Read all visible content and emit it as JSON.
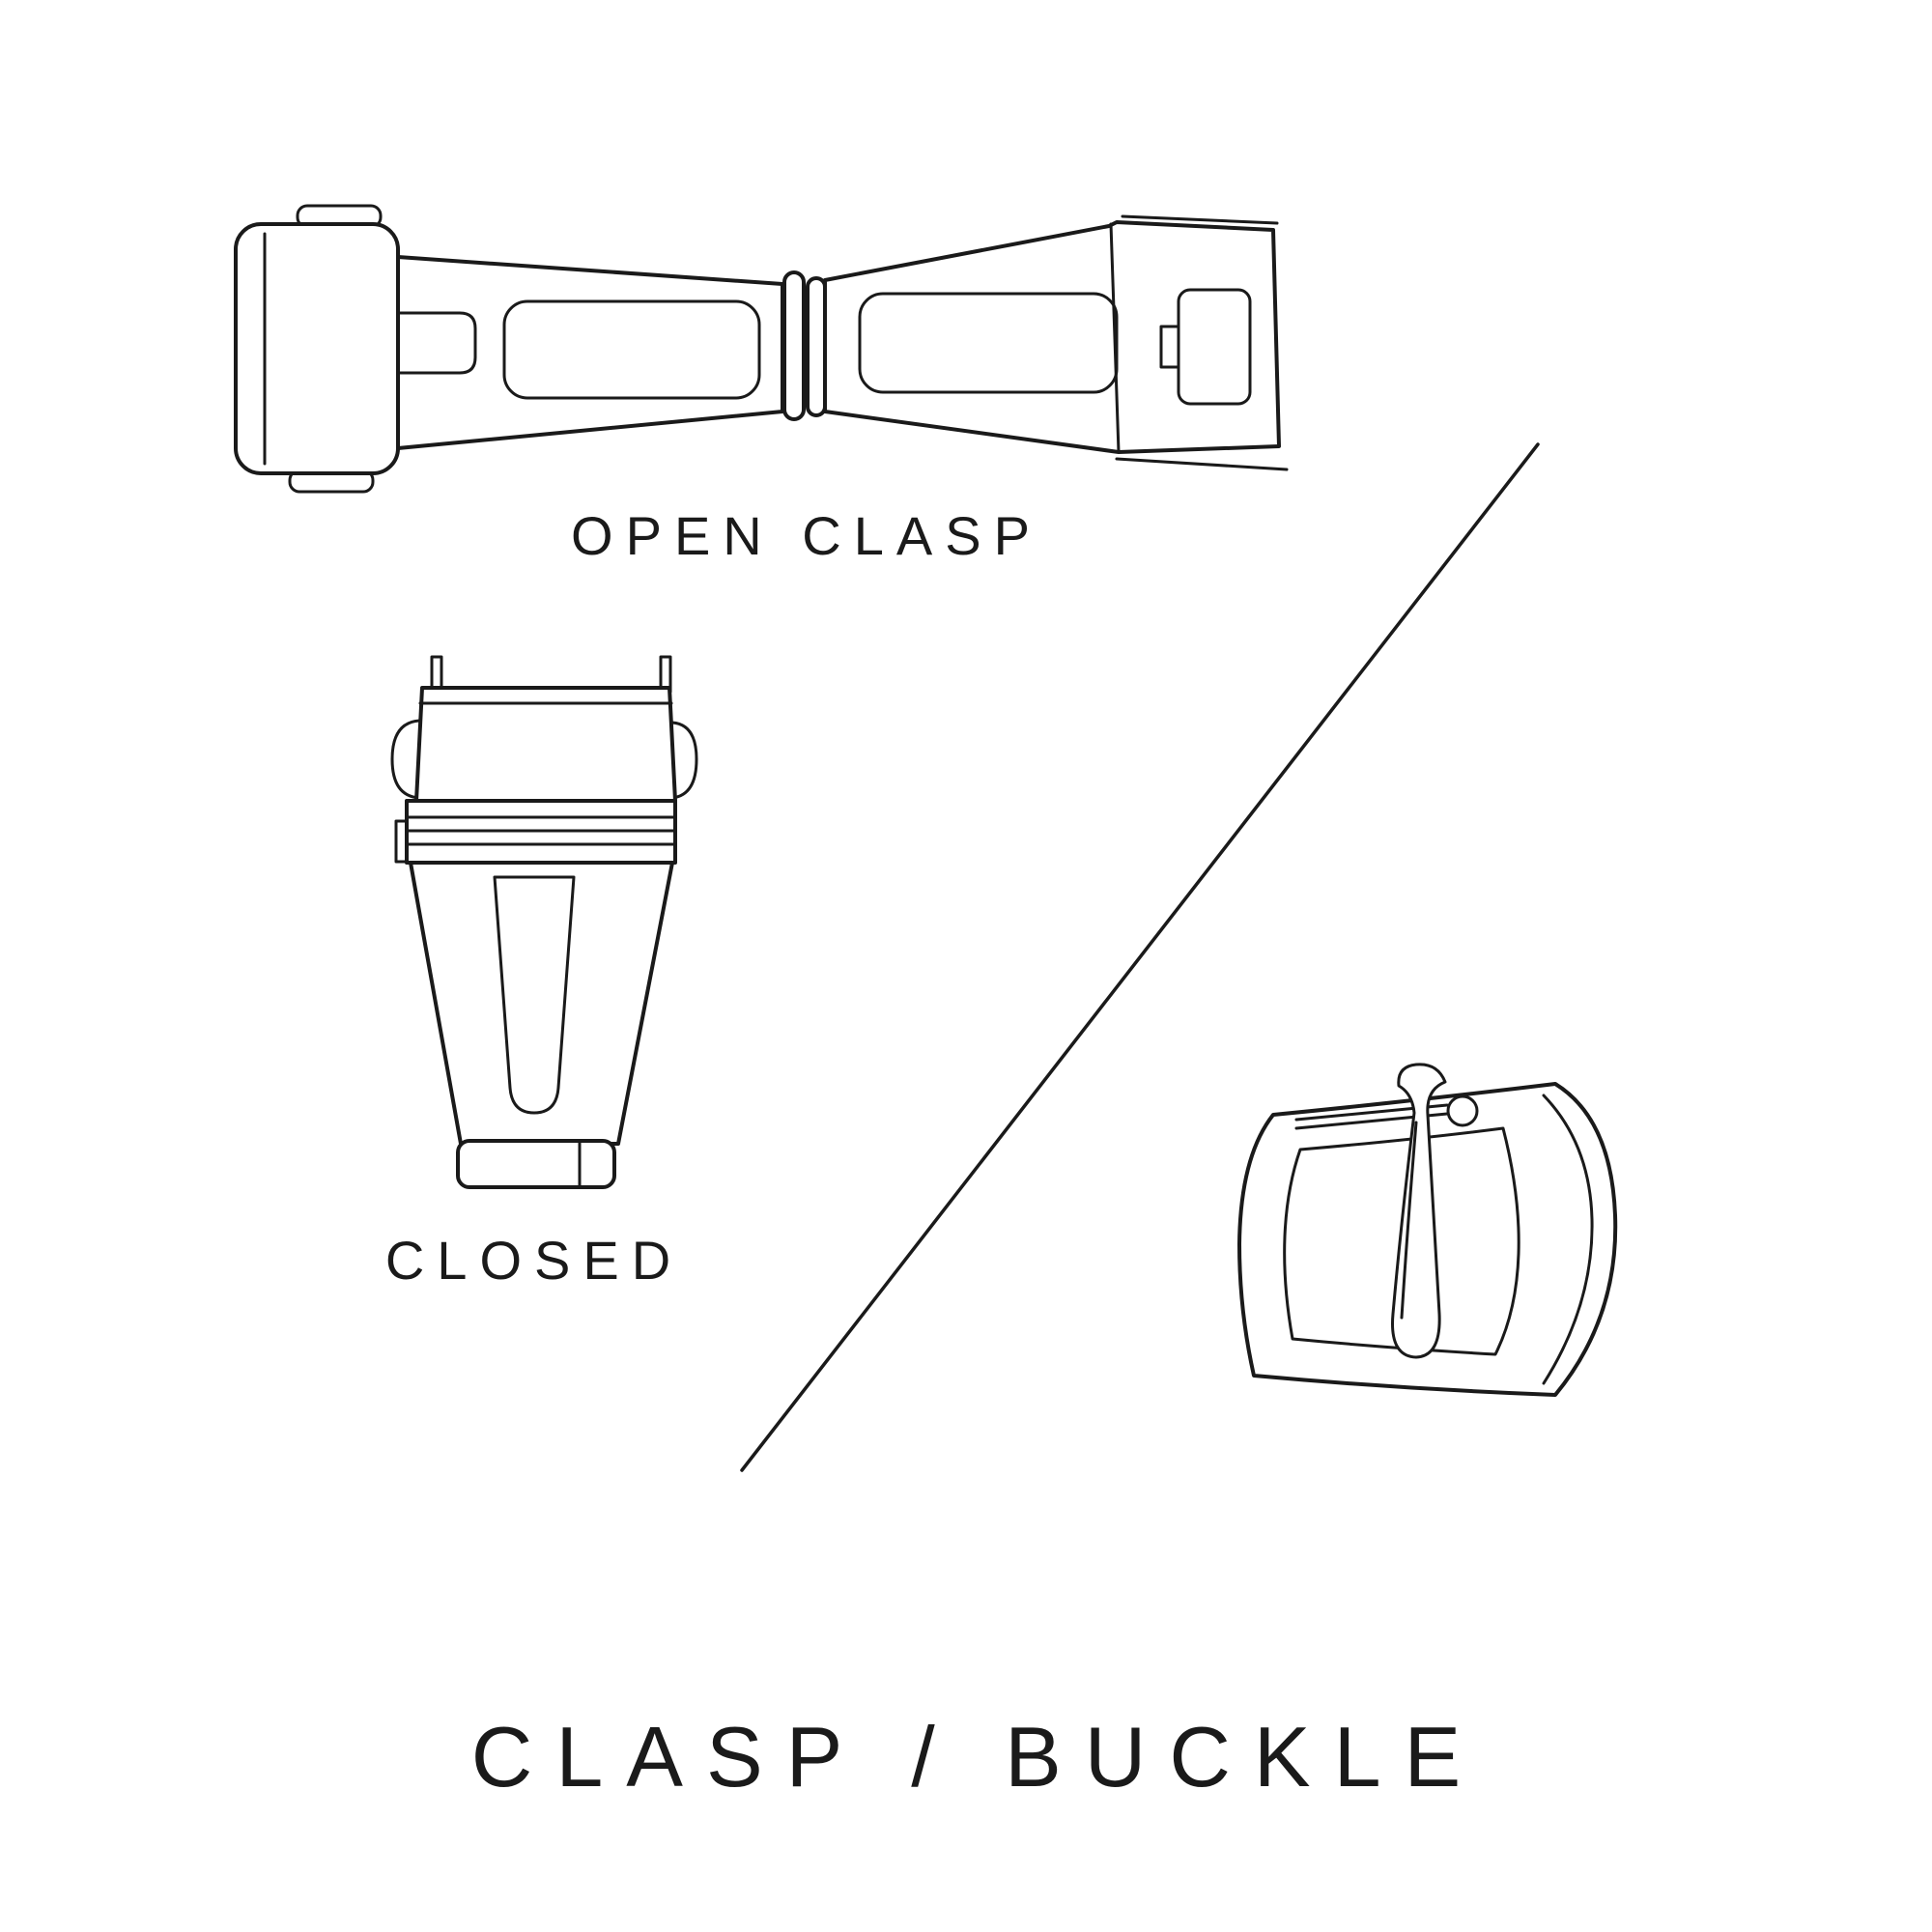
{
  "page": {
    "background": "#ffffff",
    "ink": "#1a1a1a"
  },
  "diagram": {
    "open_clasp_label": "OPEN CLASP",
    "closed_label": "CLOSED",
    "title": "CLASP / BUCKLE"
  }
}
